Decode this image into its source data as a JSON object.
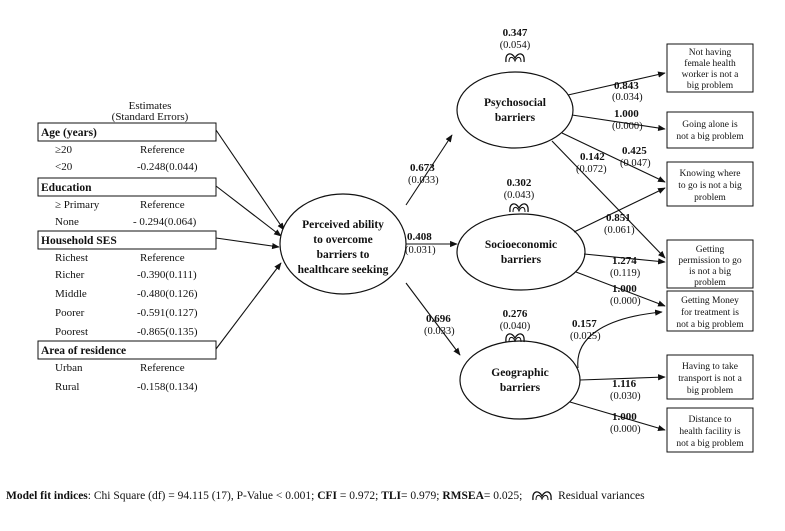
{
  "left_table": {
    "header": [
      "Estimates",
      "(Standard Errors)"
    ],
    "groups": [
      {
        "title": "Age (years)",
        "rows": [
          [
            "≥20",
            "Reference"
          ],
          [
            "<20",
            "-0.248(0.044)"
          ]
        ]
      },
      {
        "title": "Education",
        "rows": [
          [
            "≥ Primary",
            "Reference"
          ],
          [
            "None",
            "- 0.294(0.064)"
          ]
        ]
      },
      {
        "title": "Household SES",
        "rows": [
          [
            "Richest",
            "Reference"
          ],
          [
            "Richer",
            "-0.390(0.111)"
          ],
          [
            "Middle",
            "-0.480(0.126)"
          ],
          [
            "Poorer",
            "-0.591(0.127)"
          ],
          [
            "Poorest",
            "-0.865(0.135)"
          ]
        ]
      },
      {
        "title": "Area of residence",
        "rows": [
          [
            "Urban",
            "Reference"
          ],
          [
            "Rural",
            "-0.158(0.134)"
          ]
        ]
      }
    ]
  },
  "central": {
    "lines": [
      "Perceived ability",
      "to overcome",
      "barriers to",
      "healthcare seeking"
    ]
  },
  "latents": {
    "psychosocial": {
      "lines": [
        "Psychosocial",
        "barriers"
      ],
      "residual": "0.347",
      "residual_se": "(0.054)"
    },
    "socioeconomic": {
      "lines": [
        "Socioeconomic",
        "barriers"
      ],
      "residual": "0.302",
      "residual_se": "(0.043)"
    },
    "geographic": {
      "lines": [
        "Geographic",
        "barriers"
      ],
      "residual": "0.276",
      "residual_se": "(0.040)"
    }
  },
  "paths": {
    "to_psychosocial": {
      "est": "0.673",
      "se": "(0.033)"
    },
    "to_socioeconomic": {
      "est": "0.408",
      "se": "(0.031)"
    },
    "to_geographic": {
      "est": "0.696",
      "se": "(0.033)"
    }
  },
  "indicators": [
    {
      "lines": [
        "Not having",
        "female health",
        "worker is not  a",
        "big  problem"
      ]
    },
    {
      "lines": [
        "Going alone is",
        "not a big problem"
      ]
    },
    {
      "lines": [
        "Knowing where",
        "to go is not a big",
        "problem"
      ]
    },
    {
      "lines": [
        "Getting",
        "permission to go",
        "is not a big",
        "problem"
      ]
    },
    {
      "lines": [
        "Getting Money",
        "for treatment is",
        "not a big problem"
      ]
    },
    {
      "lines": [
        "Having to take",
        "transport is not a",
        "big problem"
      ]
    },
    {
      "lines": [
        "Distance to",
        "health facility is",
        "not a big problem"
      ]
    }
  ],
  "loadings": [
    {
      "est": "0.843",
      "se": "(0.034)"
    },
    {
      "est": "1.000",
      "se": "(0.000)"
    },
    {
      "est": "0.425",
      "se": "(0.047)"
    },
    {
      "est": "0.142",
      "se": "(0.072)"
    },
    {
      "est": "0.851",
      "se": "(0.061)"
    },
    {
      "est": "1.274",
      "se": "(0.119)"
    },
    {
      "est": "1.000",
      "se": "(0.000)"
    },
    {
      "est": "0.157",
      "se": "(0.025)"
    },
    {
      "est": "1.116",
      "se": "(0.030)"
    },
    {
      "est": "1.000",
      "se": "(0.000)"
    }
  ],
  "footer": {
    "label": "Model fit indices",
    "chi": ": Chi Square (df) = 94.115 (17), P-Value < 0.001; ",
    "cfi_label": "CFI",
    "cfi": " = 0.972; ",
    "tli_label": "TLI",
    "tli": "= 0.979; ",
    "rmsea_label": "RMSEA",
    "rmsea": "= 0.025;",
    "legend": "Residual variances"
  }
}
